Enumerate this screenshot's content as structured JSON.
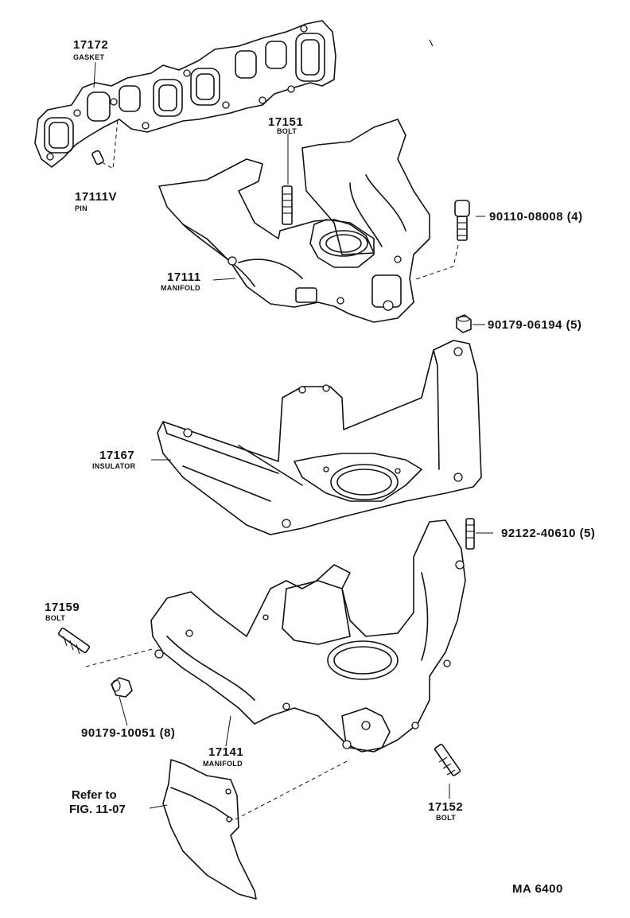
{
  "parts": {
    "gasket": {
      "number": "17172",
      "name": "GASKET"
    },
    "upper_bolt": {
      "number": "17151",
      "name": "BOLT"
    },
    "pin": {
      "number": "17111V",
      "name": "PIN"
    },
    "upper_manifold": {
      "number": "17111",
      "name": "MANIFOLD"
    },
    "upper_bolts": {
      "number": "90110-08008 (4)"
    },
    "nut_upper": {
      "number": "90179-06194 (5)"
    },
    "insulator": {
      "number": "17167",
      "name": "INSULATOR"
    },
    "stud": {
      "number": "92122-40610 (5)"
    },
    "lower_bolt_left": {
      "number": "17159",
      "name": "BOLT"
    },
    "nut_lower": {
      "number": "90179-10051 (8)"
    },
    "lower_manifold": {
      "number": "17141",
      "name": "MANIFOLD"
    },
    "lower_bolt_right": {
      "number": "17152",
      "name": "BOLT"
    }
  },
  "reference": {
    "line1": "Refer to",
    "line2": "FIG. 11-07"
  },
  "figure_code": "MA 6400"
}
